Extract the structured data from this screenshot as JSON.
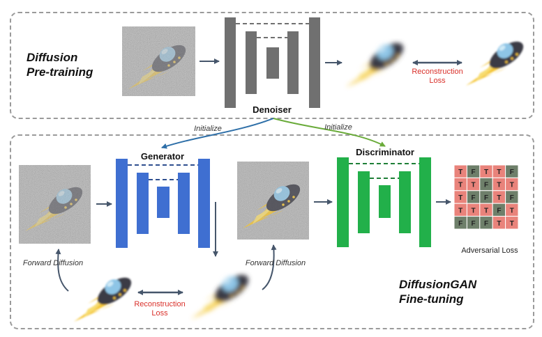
{
  "pretraining": {
    "title_line1": "Diffusion",
    "title_line2": "Pre-training",
    "denoiser_label": "Denoiser",
    "recon_line1": "Reconstruction",
    "recon_line2": "Loss"
  },
  "initialize_left": "Initialize",
  "initialize_right": "Initialize",
  "finetuning": {
    "title_line1": "DiffusionGAN",
    "title_line2": "Fine-tuning",
    "generator_label": "Generator",
    "discriminator_label": "Discriminator",
    "forward_left": "Forward Diffusion",
    "forward_right": "Forward Diffusion",
    "recon_line1": "Reconstruction",
    "recon_line2": "Loss",
    "adversarial_label": "Adversarial Loss",
    "grid": [
      [
        "T",
        "F",
        "T",
        "T",
        "F"
      ],
      [
        "T",
        "T",
        "F",
        "T",
        "T"
      ],
      [
        "T",
        "F",
        "F",
        "T",
        "F"
      ],
      [
        "T",
        "T",
        "T",
        "F",
        "T"
      ],
      [
        "F",
        "F",
        "F",
        "T",
        "T"
      ]
    ]
  },
  "colors": {
    "denoiser": "#707070",
    "generator": "#3f6fd1",
    "discriminator": "#22b04a",
    "cell_true": "#e9837b",
    "cell_false": "#6e7f6a",
    "init_left_arrow": "#2e6fa8",
    "init_right_arrow": "#6aab3a",
    "loss_text": "#d9302a"
  }
}
